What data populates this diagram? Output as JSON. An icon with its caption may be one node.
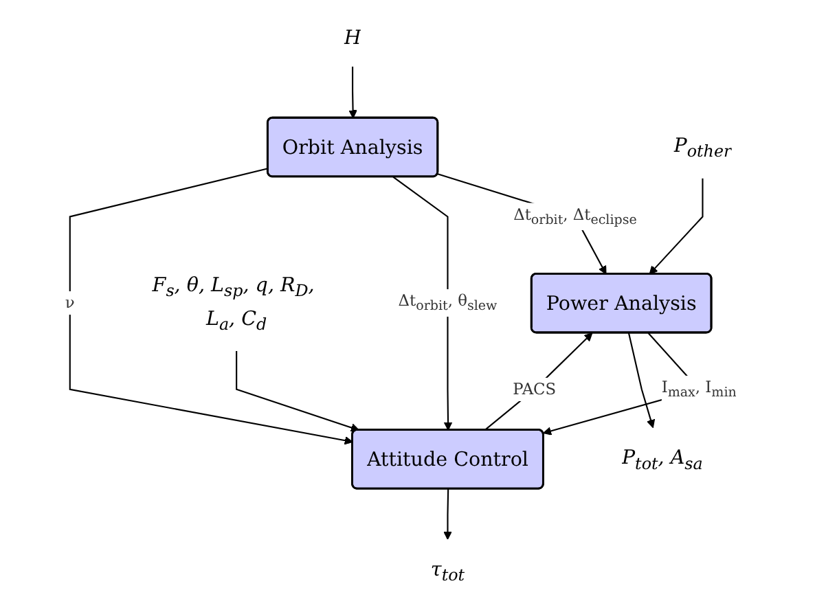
{
  "diagram": {
    "nodes": [
      {
        "text": [
          "H"
        ]
      },
      {
        "text": [
          "Orbit Analysis"
        ]
      },
      {
        "text": [
          "P$_{other}$"
        ]
      },
      {
        "text": [
          "Power Analysis"
        ]
      },
      {
        "text": [
          "Attitude Control"
        ]
      },
      {
        "text": [
          "P$_{tot}$, A$_{sa}$"
        ]
      },
      {
        "text": [
          "F$_{s}$, θ, L$_{sp}$, q, R$_{D}$, L$_{a}$, C$_{d}$"
        ]
      },
      {
        "text": [
          "τ$_{tot}$"
        ]
      }
    ],
    "edges": [
      {
        "from": 0,
        "to": 1,
        "arrow": "to"
      },
      {
        "from": 2,
        "to": 3,
        "arrow": "to"
      },
      {
        "from": 1,
        "to": 3,
        "arrow": "to",
        "label": "Δt$_{orbit}$, Δt$_{eclipse}$"
      },
      {
        "from": 1,
        "to": 4,
        "arrow": "to",
        "label": "Δt$_{orbit}$, θ$_{slew}$"
      },
      {
        "from": 1,
        "to": 4,
        "arrow": "to",
        "label": "ν"
      },
      {
        "from": 4,
        "to": 3,
        "arrow": "to",
        "label": "PACS"
      },
      {
        "from": 3,
        "to": 4,
        "arrow": "to",
        "label": "I$_{max}$, I$_{min}$"
      },
      {
        "from": 3,
        "to": 5,
        "arrow": "to"
      },
      {
        "from": 6,
        "to": 4,
        "arrow": "to"
      },
      {
        "from": 4,
        "to": 7,
        "arrow": "to"
      }
    ]
  }
}
